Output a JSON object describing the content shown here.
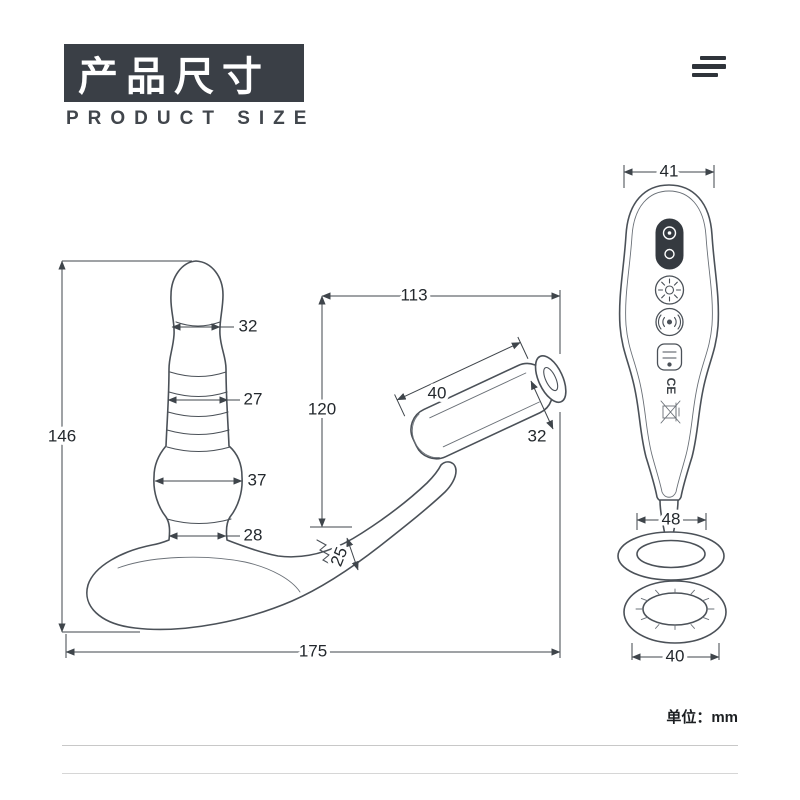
{
  "header": {
    "title": "产品尺寸",
    "subtitle": "PRODUCT SIZE"
  },
  "footer": {
    "unit_label": "单位：mm"
  },
  "side_view": {
    "overall_height": "146",
    "upper_length": "113",
    "head_width": "32",
    "rib_width": "27",
    "shaft_height": "120",
    "bulge_width": "37",
    "neck_width": "28",
    "arm_thickness": "25",
    "overall_length": "175",
    "clip_length": "40",
    "clip_end_width": "32"
  },
  "front_view": {
    "handle_width": "41",
    "ring_top_diameter": "48",
    "ring_bottom_diameter": "40",
    "ce_mark": "CE"
  }
}
